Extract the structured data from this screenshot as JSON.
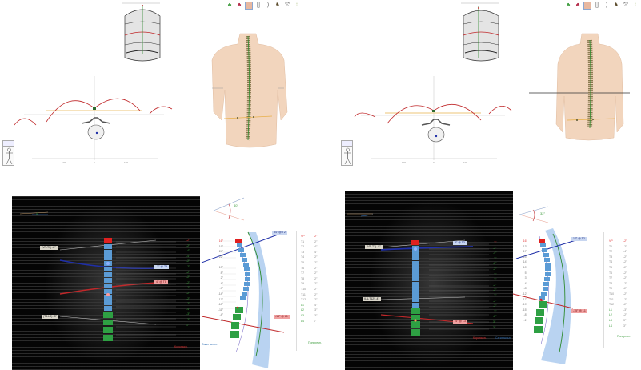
{
  "toolbar": {
    "icons": [
      "body-green-icon",
      "body-red-icon",
      "surface-icon",
      "bracket-icon",
      "curve-icon",
      "figure-icon",
      "fit-screen-icon",
      "split-panel-icon"
    ]
  },
  "panels": [
    {
      "id": "left",
      "transverse_axis": {
        "ticks": [
          "-100",
          "0",
          "100"
        ]
      },
      "angle_indicator": {
        "value": "40°"
      },
      "dark_view": {
        "small_indicator": "4°",
        "tags": {
          "vp_t3": "(VP-T3) -8°",
          "t8_l3": "(T8-L3) -8°",
          "blue_curve": "-3° @ T3",
          "red_curve": "4° @ T8"
        },
        "right_values": [
          "-2°",
          "-2°",
          "-4°",
          "-4°",
          "-2°",
          "-2°",
          "-2°",
          "-2°",
          "-2°",
          "-2°",
          "-2°",
          "-2°",
          "-2°",
          "-4°",
          "-3°",
          "-3°",
          "1°"
        ],
        "caption": "Коронарн."
      },
      "sagittal": {
        "tags": {
          "blue": "34° @ T2",
          "red": "-18° @ L1"
        },
        "values": [
          "16°",
          "19°",
          "24°",
          "22°",
          "",
          "13°",
          "8°",
          "2°",
          "-4°",
          "-9°",
          "-14°",
          "-17°",
          "-18°",
          "-11°",
          "-4°",
          "1°"
        ],
        "markers": [
          "C4 8°",
          "C7 3°",
          "Kn 9°",
          "T12 16°",
          "L4 6°",
          "S1 3°"
        ],
        "caption": "Сагиттальн."
      },
      "transverse_list": {
        "labels": [
          "VP",
          "T1",
          "T2",
          "T3",
          "T4",
          "T5",
          "T6",
          "T7",
          "T8",
          "T9",
          "T10",
          "T11",
          "T12",
          "L1",
          "L2",
          "L3",
          "L4"
        ],
        "values": [
          "-2°",
          "-2°",
          "-4°",
          "-4°",
          "-2°",
          "-2°",
          "-2°",
          "-2°",
          "-2°",
          "-2°",
          "-2°",
          "-2°",
          "-2°",
          "-4°",
          "-3°",
          "-3°",
          "1°"
        ],
        "caption": "Поперечн."
      }
    },
    {
      "id": "right",
      "transverse_axis": {
        "ticks": [
          "-100",
          "0",
          "100"
        ]
      },
      "angle_indicator": {
        "value": "32°"
      },
      "dark_view": {
        "small_indicator": "",
        "tags": {
          "vp_t2": "(VP-T2) -8°",
          "l1_t12": "(L1-T12) -4°",
          "blue_curve": "3° @ T3",
          "red_curve": "-4° @ L3"
        },
        "right_values": [
          "-2°",
          "-2°",
          "-4°",
          "-2°",
          "-2°",
          "-2°",
          "-2°",
          "-2°",
          "-2°",
          "-2°",
          "-2°",
          "-2°",
          "-2°",
          "-3°",
          "-2°",
          "3°",
          "3°"
        ],
        "caption": "Коронарн.",
        "caption2": "Сагиттальн."
      },
      "sagittal": {
        "tags": {
          "blue": "17° @ T2",
          "red": "-15° @ L1"
        },
        "values": [
          "16°",
          "13°",
          "17°",
          "15°",
          "14°",
          "10°",
          "5°",
          "3°",
          "-4°",
          "-8°",
          "-12°",
          "-17°",
          "-19°",
          "-15°",
          "-8°",
          "-1°"
        ],
        "markers": [
          "C4 8°",
          "C7 3°",
          "Kn 9°",
          "T12 16°",
          "L4 6°",
          "S1 3°"
        ],
        "caption": "Сагиттальн."
      },
      "transverse_list": {
        "labels": [
          "VP",
          "T1",
          "T2",
          "T3",
          "T4",
          "T5",
          "T6",
          "T7",
          "T8",
          "T9",
          "T10",
          "T11",
          "T12",
          "L1",
          "L2",
          "L3",
          "L4"
        ],
        "values": [
          "-2°",
          "-2°",
          "-4°",
          "-2°",
          "-2°",
          "-2°",
          "-2°",
          "-2°",
          "-2°",
          "-2°",
          "-2°",
          "-2°",
          "-2°",
          "-3°",
          "-2°",
          "3°",
          "3°"
        ],
        "caption": "Поперечн."
      }
    }
  ],
  "colors": {
    "blue_line": "#1f2fa8",
    "red_line": "#c0282a",
    "green_spine": "#2e8b2e",
    "skin": "#f2d5bd",
    "vertebra_blue": "#5b9bd5",
    "vertebra_green": "#2ea043",
    "vertebra_red": "#e02020",
    "orange_line": "#e8b04a"
  }
}
